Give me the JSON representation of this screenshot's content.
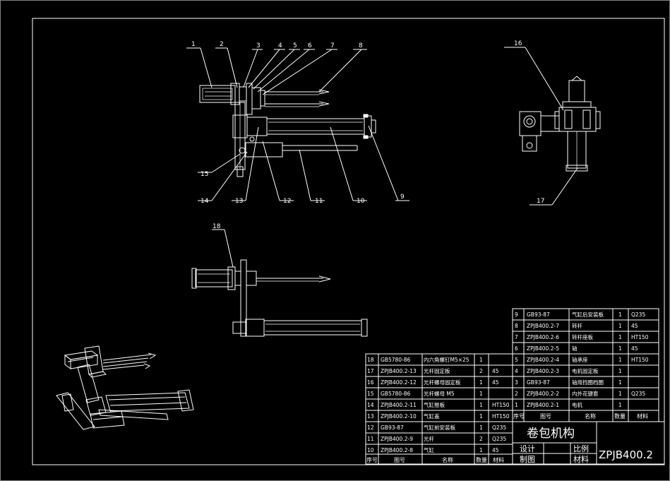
{
  "drawing_title": "卷包机构",
  "drawing_number": "ZPJB400.2",
  "title_block": {
    "design": "设计",
    "drafting": "制图",
    "scale": "比例",
    "material": "材料"
  },
  "bom_headers": {
    "no": "序号",
    "code": "图号",
    "name": "名称",
    "qty": "数量",
    "material": "材料"
  },
  "bom_left": [
    {
      "no": "18",
      "code": "GB5780-86",
      "name": "内六角螺钉M5×25",
      "qty": "1",
      "material": ""
    },
    {
      "no": "17",
      "code": "ZPJB400.2-13",
      "name": "光杆固定板",
      "qty": "2",
      "material": "45"
    },
    {
      "no": "16",
      "code": "ZPJB400.2-12",
      "name": "光杆螺母固定板",
      "qty": "1",
      "material": "45"
    },
    {
      "no": "15",
      "code": "GB5780-86",
      "name": "光杆螺母 M5",
      "qty": "1",
      "material": ""
    },
    {
      "no": "14",
      "code": "ZPJB400.2-11",
      "name": "气缸推板",
      "qty": "1",
      "material": "HT150"
    },
    {
      "no": "13",
      "code": "ZPJB400.2-10",
      "name": "气缸盖",
      "qty": "1",
      "material": "HT150"
    },
    {
      "no": "12",
      "code": "GB93-87",
      "name": "气缸前安装板",
      "qty": "1",
      "material": "Q235"
    },
    {
      "no": "11",
      "code": "ZPJB400.2-9",
      "name": "光杆",
      "qty": "2",
      "material": "Q235"
    },
    {
      "no": "10",
      "code": "ZPJB400.2-8",
      "name": "气缸",
      "qty": "1",
      "material": "45"
    }
  ],
  "bom_right": [
    {
      "no": "9",
      "code": "GB93-87",
      "name": "气缸后安装板",
      "qty": "1",
      "material": "Q235"
    },
    {
      "no": "8",
      "code": "ZPJB400.2-7",
      "name": "转杆",
      "qty": "1",
      "material": "45"
    },
    {
      "no": "7",
      "code": "ZPJB400.2-6",
      "name": "转杆座板",
      "qty": "1",
      "material": "HT150"
    },
    {
      "no": "6",
      "code": "ZPJB400.2-5",
      "name": "轴",
      "qty": "1",
      "material": "45"
    },
    {
      "no": "5",
      "code": "ZPJB400.2-4",
      "name": "轴承座",
      "qty": "1",
      "material": "HT150"
    },
    {
      "no": "4",
      "code": "ZPJB400.2-3",
      "name": "电机固定板",
      "qty": "1",
      "material": ""
    },
    {
      "no": "3",
      "code": "GB93-87",
      "name": "轴用挡圈档圈",
      "qty": "1",
      "material": ""
    },
    {
      "no": "2",
      "code": "ZPJB400.2-2",
      "name": "内外花键套",
      "qty": "1",
      "material": "Q235"
    },
    {
      "no": "1",
      "code": "ZPJB400.2-1",
      "name": "电机",
      "qty": "1",
      "material": ""
    }
  ],
  "balloons_front": [
    "1",
    "2",
    "3",
    "4",
    "5",
    "6",
    "7",
    "8",
    "9",
    "10",
    "11",
    "12",
    "13",
    "14",
    "15"
  ],
  "balloons_side": [
    "16",
    "17"
  ],
  "balloons_top": [
    "18"
  ],
  "colors": {
    "background": "#000000",
    "lines": "#ffffff"
  }
}
